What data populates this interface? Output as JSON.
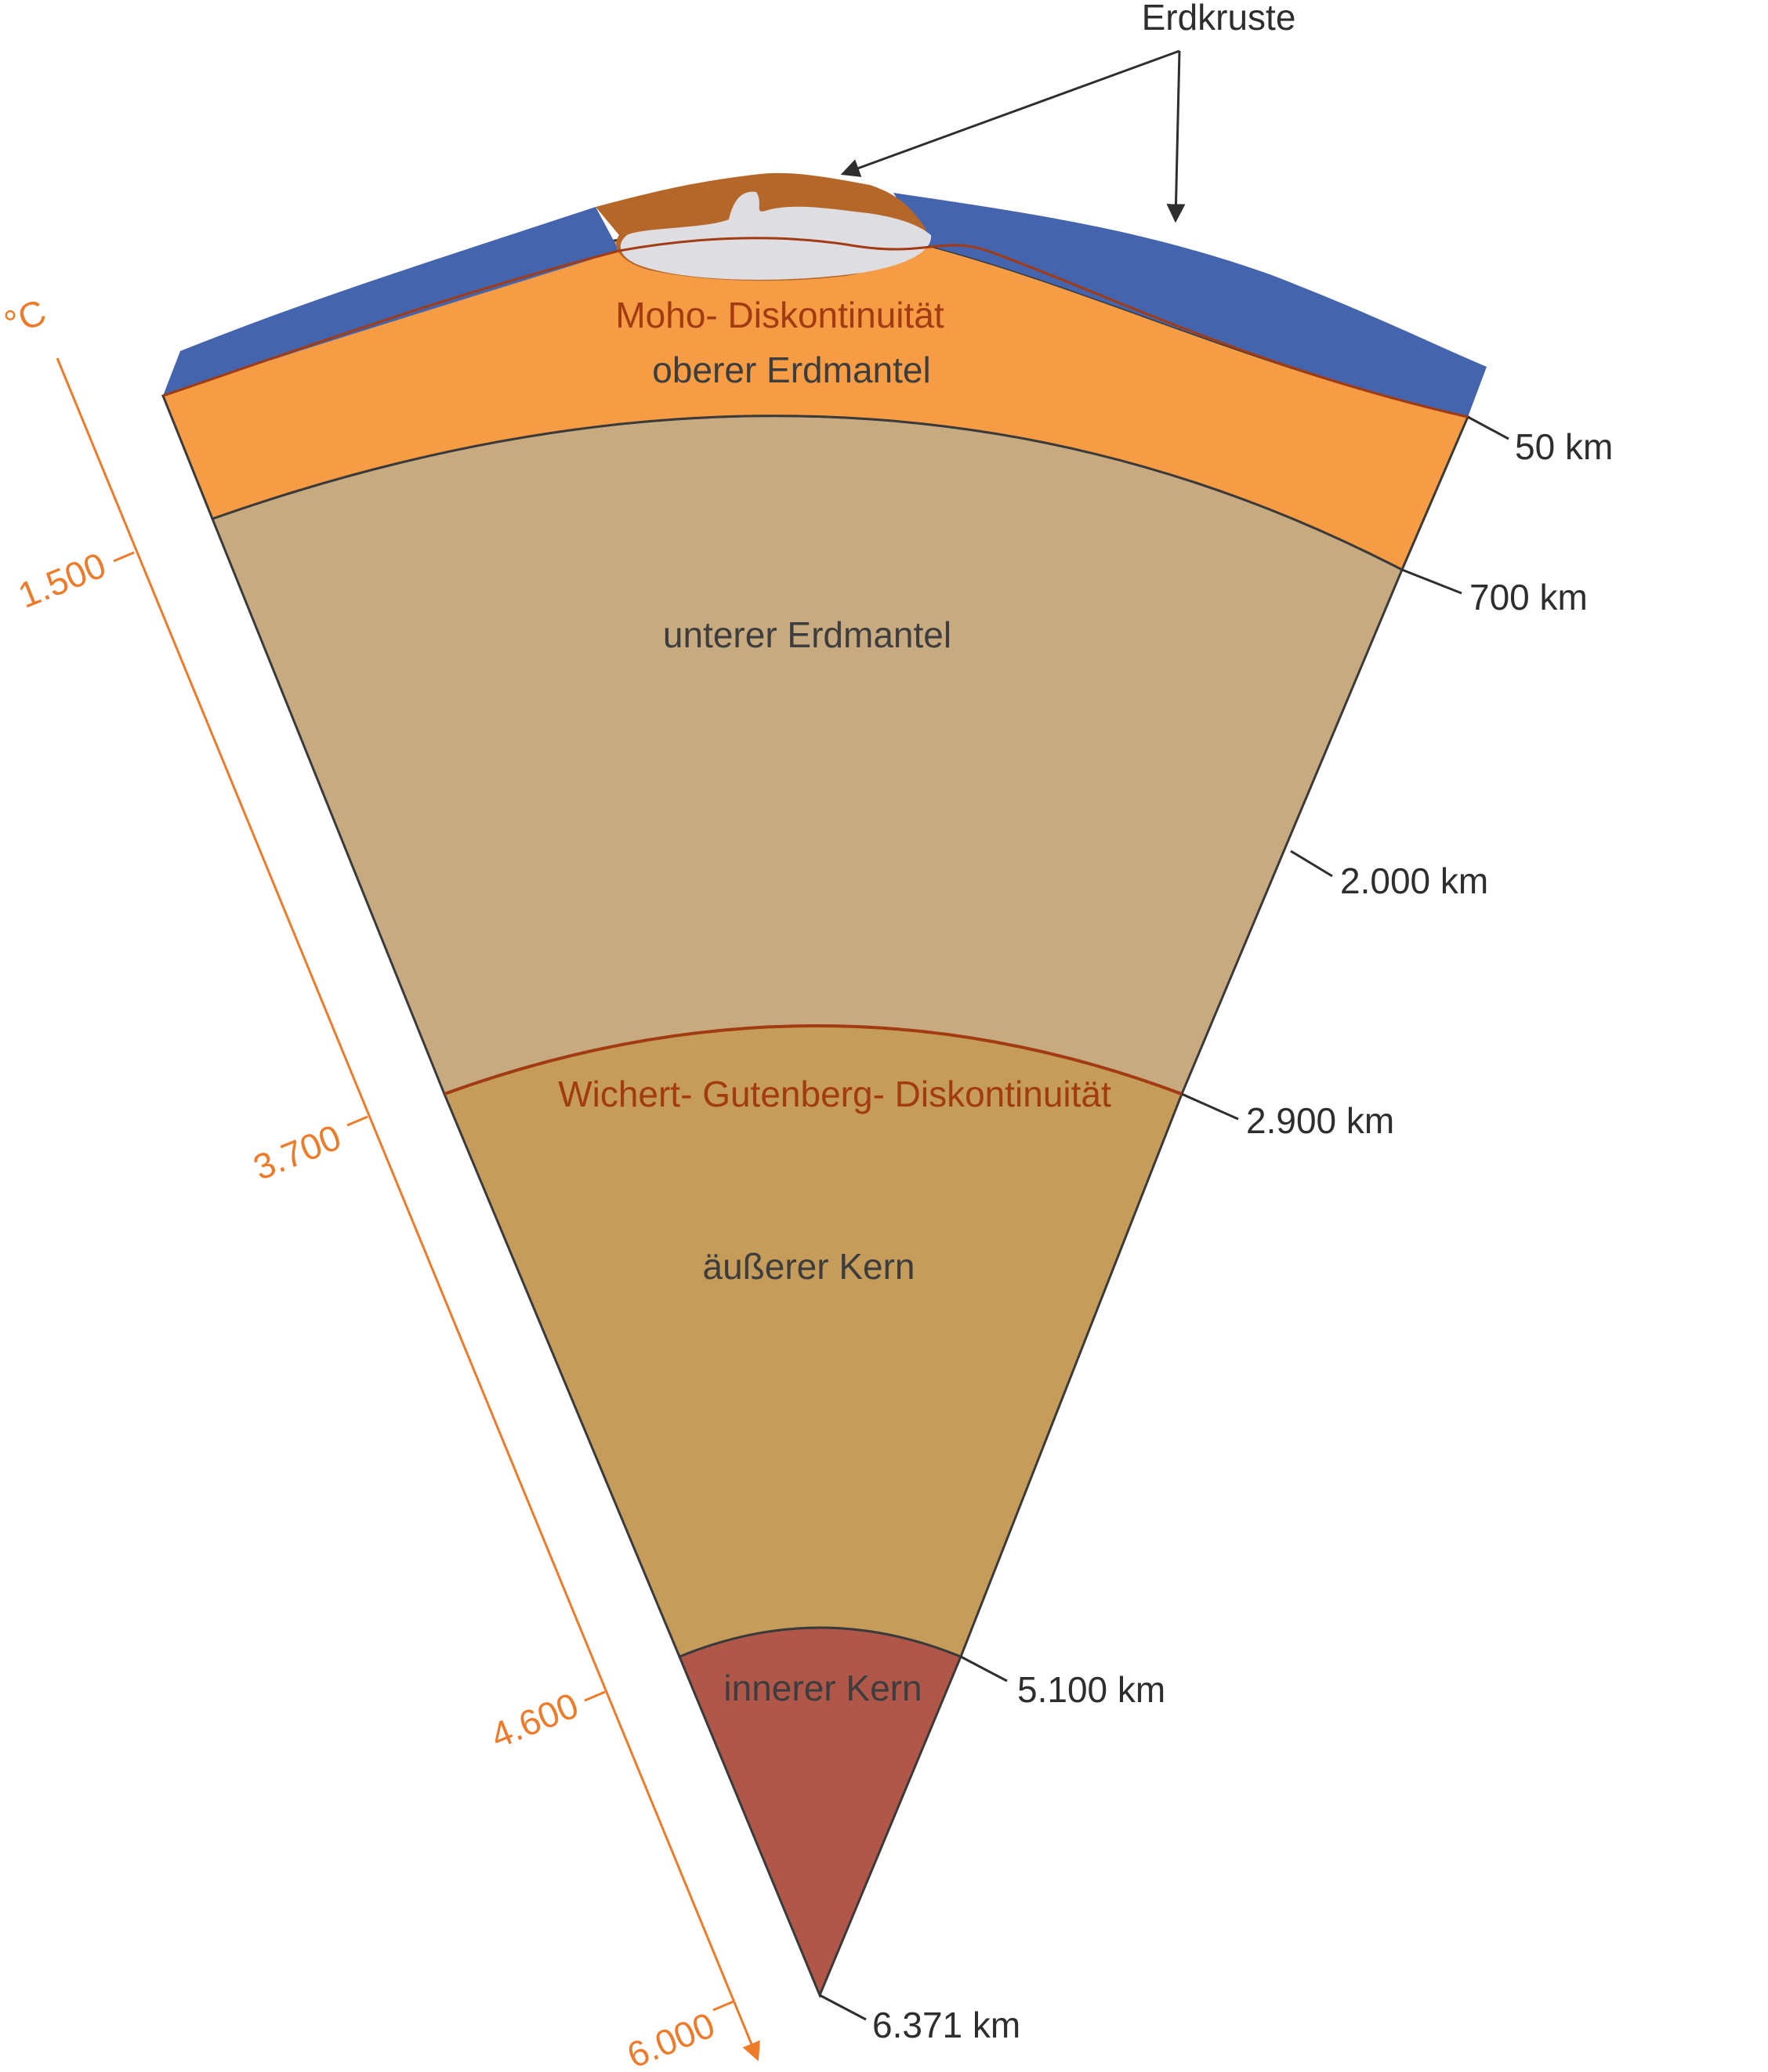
{
  "crust_label": "Erdkruste",
  "layers": {
    "moho": "Moho- Diskontinuität",
    "upper_mantle": "oberer Erdmantel",
    "lower_mantle": "unterer Erdmantel",
    "gutenberg": "Wichert- Gutenberg- Diskontinuität",
    "outer_core": "äußerer Kern",
    "inner_core": "innerer Kern"
  },
  "depths": [
    "50 km",
    "700 km",
    "2.000 km",
    "2.900 km",
    "5.100 km",
    "6.371 km"
  ],
  "temperature_scale": {
    "unit": "°C",
    "ticks": [
      "1.500",
      "3.700",
      "4.600",
      "6.000"
    ]
  },
  "colors": {
    "ocean_crust": "#4464ad",
    "continental_crust": "#b5672a",
    "continental_core": "#dedde2",
    "upper_mantle": "#f59c45",
    "lower_mantle": "#c8aa81",
    "outer_core": "#c59c5a",
    "inner_core": "#b0574a",
    "temperature_axis": "#ee7b2a",
    "discontinuity_line": "#a23a12",
    "boundary_line": "#3a3a3a"
  }
}
